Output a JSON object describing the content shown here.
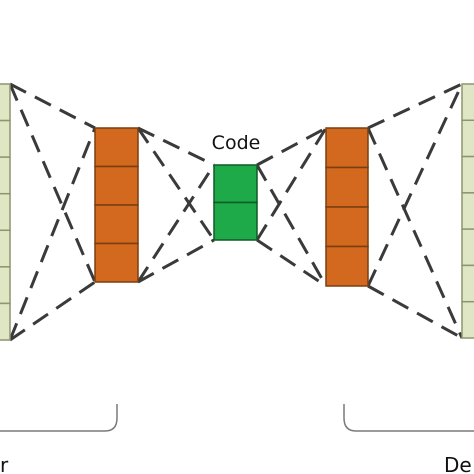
{
  "labels": {
    "code": "Code",
    "encoder_fragment": "r",
    "decoder_fragment": "De"
  },
  "colors": {
    "io_layer": "#dfe6c3",
    "io_border": "#8c9670",
    "hidden_layer": "#d2691e",
    "hidden_border": "#7a3e10",
    "code_layer": "#1faa4a",
    "code_border": "#0f5a26",
    "dashes": "#3a3a3a",
    "braces": "#7a7a7a"
  },
  "layers": [
    {
      "name": "input-layer",
      "cells": 7
    },
    {
      "name": "encoder-hidden-layer",
      "cells": 4
    },
    {
      "name": "code-layer",
      "cells": 2
    },
    {
      "name": "decoder-hidden-layer",
      "cells": 4
    },
    {
      "name": "output-layer",
      "cells": 7
    }
  ]
}
